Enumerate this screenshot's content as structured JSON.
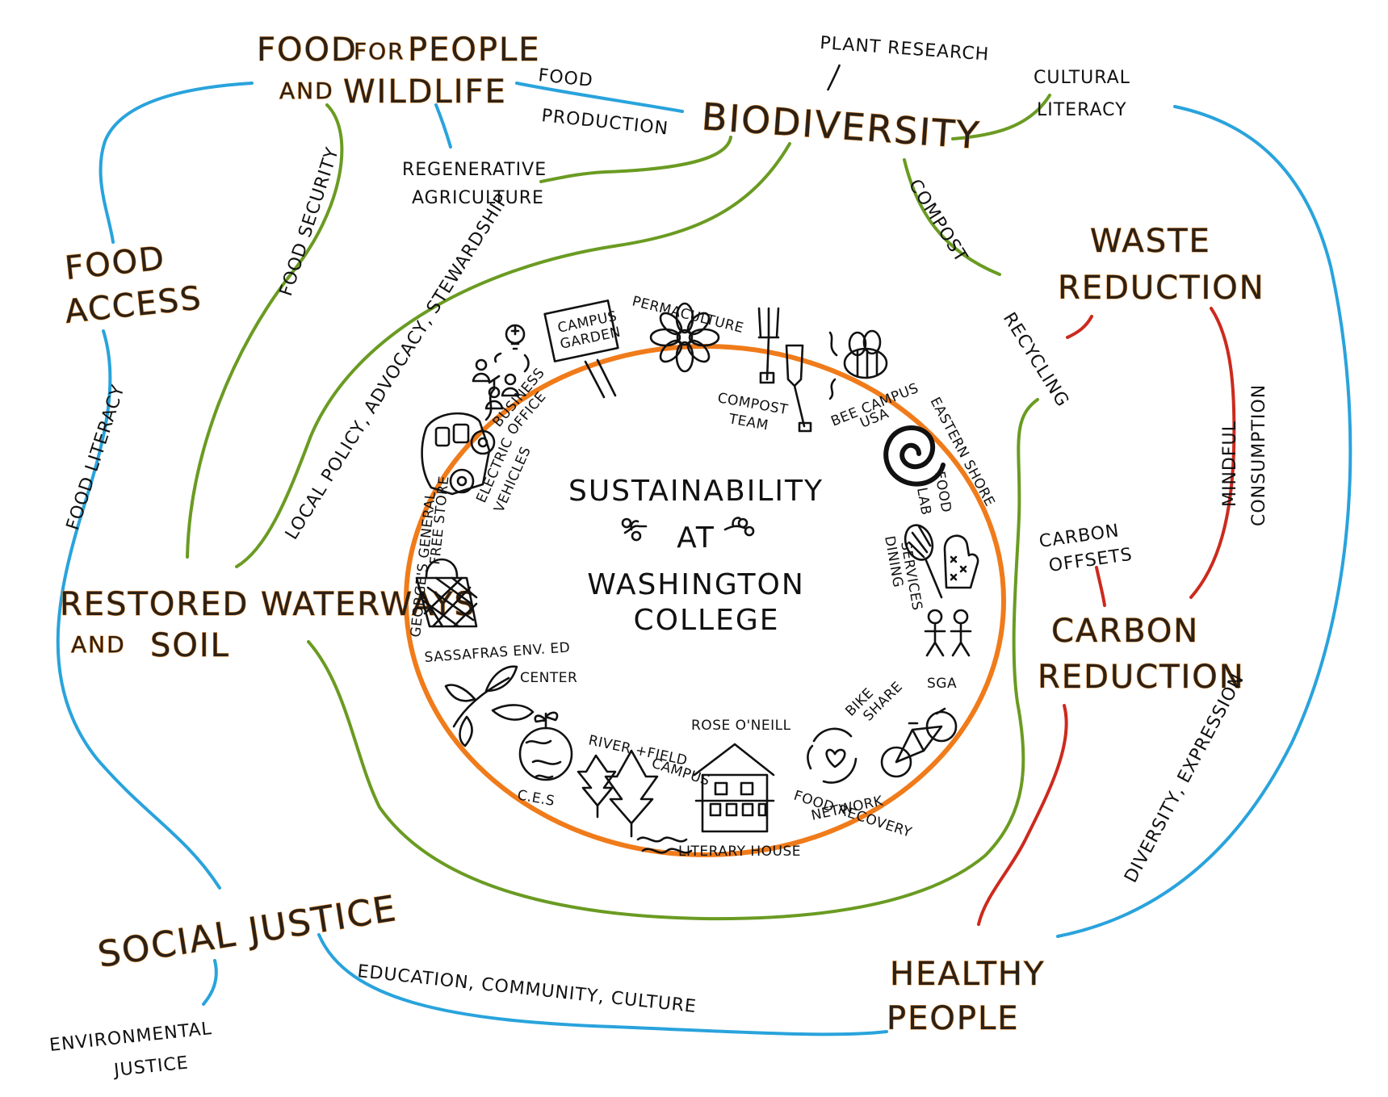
{
  "colors": {
    "blue": "#29a3dc",
    "green": "#6a9b22",
    "red": "#cc2a1e",
    "orange": "#f07b1a",
    "ink": "#111111",
    "topic_outline": "#e88a2a"
  },
  "center": {
    "line1": "SUSTAINABILITY",
    "line2": "AT",
    "line3": "WASHINGTON",
    "line4": "COLLEGE"
  },
  "topics": {
    "food_people": {
      "line1": "FOOD",
      "line1b": "FOR",
      "line1c": "PEOPLE",
      "line2a": "AND",
      "line2b": "WILDLIFE"
    },
    "biodiversity": {
      "label": "BIODIVERSITY"
    },
    "food_access": {
      "line1": "FOOD",
      "line2": "ACCESS"
    },
    "waste_reduction": {
      "line1": "WASTE",
      "line2": "REDUCTION"
    },
    "restored_waterways": {
      "line1": "RESTORED WATERWAYS",
      "line2a": "AND",
      "line2b": "SOIL"
    },
    "carbon_reduction": {
      "line1": "CARBON",
      "line2": "REDUCTION"
    },
    "social_justice": {
      "label": "SOCIAL JUSTICE"
    },
    "healthy_people": {
      "line1": "HEALTHY",
      "line2": "PEOPLE"
    }
  },
  "links": {
    "food_production_1": "FOOD",
    "food_production_2": "PRODUCTION",
    "plant_research": "PLANT RESEARCH",
    "cultural_literacy_1": "CULTURAL",
    "cultural_literacy_2": "LITERACY",
    "regenerative_1": "REGENERATIVE",
    "regenerative_2": "AGRICULTURE",
    "food_security": "FOOD SECURITY",
    "compost": "COMPOST",
    "local_policy": "LOCAL POLICY, ADVOCACY, STEWARDSHIP",
    "recycling": "RECYCLING",
    "food_literacy": "FOOD LITERACY",
    "mindful_1": "MINDFUL",
    "mindful_2": "CONSUMPTION",
    "carbon_offsets_1": "CARBON",
    "carbon_offsets_2": "OFFSETS",
    "diversity_expression": "DIVERSITY, EXPRESSION",
    "education": "EDUCATION, COMMUNITY, CULTURE",
    "env_justice_1": "ENVIRONMENTAL",
    "env_justice_2": "JUSTICE"
  },
  "programs": {
    "campus_garden_1": "CAMPUS",
    "campus_garden_2": "GARDEN",
    "permaculture": "PERMACULTURE",
    "compost_team_1": "COMPOST",
    "compost_team_2": "TEAM",
    "bee_campus_1": "BEE CAMPUS",
    "bee_campus_2": "USA",
    "food_lab_1": "EASTERN SHORE",
    "food_lab_2": "FOOD",
    "food_lab_3": "LAB",
    "dining_1": "DINING",
    "dining_2": "SERVICES",
    "sga": "SGA",
    "bike_share_1": "BIKE",
    "bike_share_2": "SHARE",
    "food_recovery_1": "FOOD RECOVERY",
    "food_recovery_2": "NETWORK",
    "rose_oneill": "ROSE O'NEILL",
    "literary_house": "LITERARY HOUSE",
    "river_field_1": "RIVER +FIELD",
    "river_field_2": "CAMPUS",
    "ces": "C.E.S",
    "sassafras_1": "SASSAFRAS ENV. ED",
    "sassafras_2": "CENTER",
    "georges_1": "GEORGE'S GENERAL",
    "georges_2": "FREE STORE",
    "electric_1": "ELECTRIC",
    "electric_2": "VEHICLES",
    "business_1": "BUSINESS",
    "business_2": "OFFICE"
  }
}
